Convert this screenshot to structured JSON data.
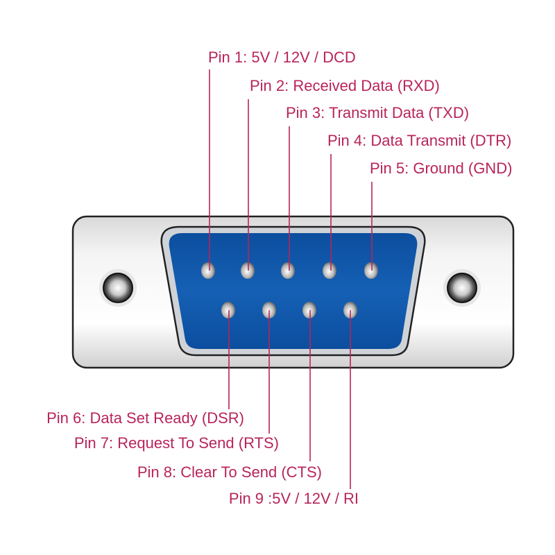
{
  "title": "DB9 male connector pinout",
  "colors": {
    "label": "#b8245a",
    "shell_blue": "#0f56a8",
    "metal": "#e6e6e6"
  },
  "top_pins": [
    {
      "label": "Pin 1: 5V / 12V / DCD"
    },
    {
      "label": "Pin 2: Received Data (RXD)"
    },
    {
      "label": "Pin 3: Transmit Data (TXD)"
    },
    {
      "label": "Pin 4: Data Transmit (DTR)"
    },
    {
      "label": "Pin 5: Ground (GND)"
    }
  ],
  "bottom_pins": [
    {
      "label": "Pin 6: Data Set Ready (DSR)"
    },
    {
      "label": "Pin 7: Request To Send (RTS)"
    },
    {
      "label": "Pin 8: Clear To Send (CTS)"
    },
    {
      "label": "Pin 9 :5V / 12V / RI"
    }
  ]
}
